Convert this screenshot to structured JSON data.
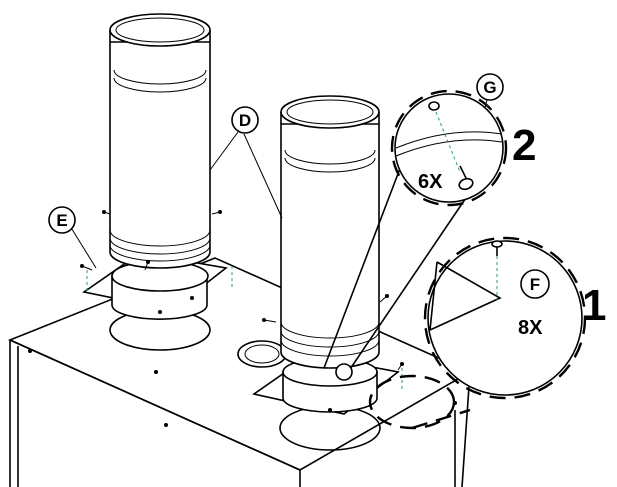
{
  "callouts": {
    "d": "D",
    "e": "E",
    "f": "F",
    "g": "G"
  },
  "steps": {
    "one": "1",
    "two": "2"
  },
  "quantities": {
    "screws_f": "8X",
    "screws_g": "6X"
  },
  "colors": {
    "line": "#000000",
    "background": "#ffffff",
    "centerline": "#2a9a6a"
  }
}
